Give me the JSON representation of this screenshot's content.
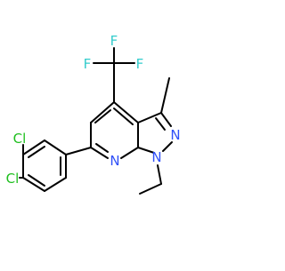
{
  "molecule": {
    "atom_labels": {
      "F_top": "F",
      "F_left": "F",
      "F_right": "F",
      "N_pyridine": "N",
      "N_pyrazole_2": "N",
      "N_pyrazole_1": "N",
      "Cl_upper": "Cl",
      "Cl_lower": "Cl"
    },
    "colors": {
      "bond": "#000000",
      "fluorine": "#33cccc",
      "nitrogen": "#3050f8",
      "chlorine": "#1fbf1f",
      "background": "#ffffff"
    }
  }
}
